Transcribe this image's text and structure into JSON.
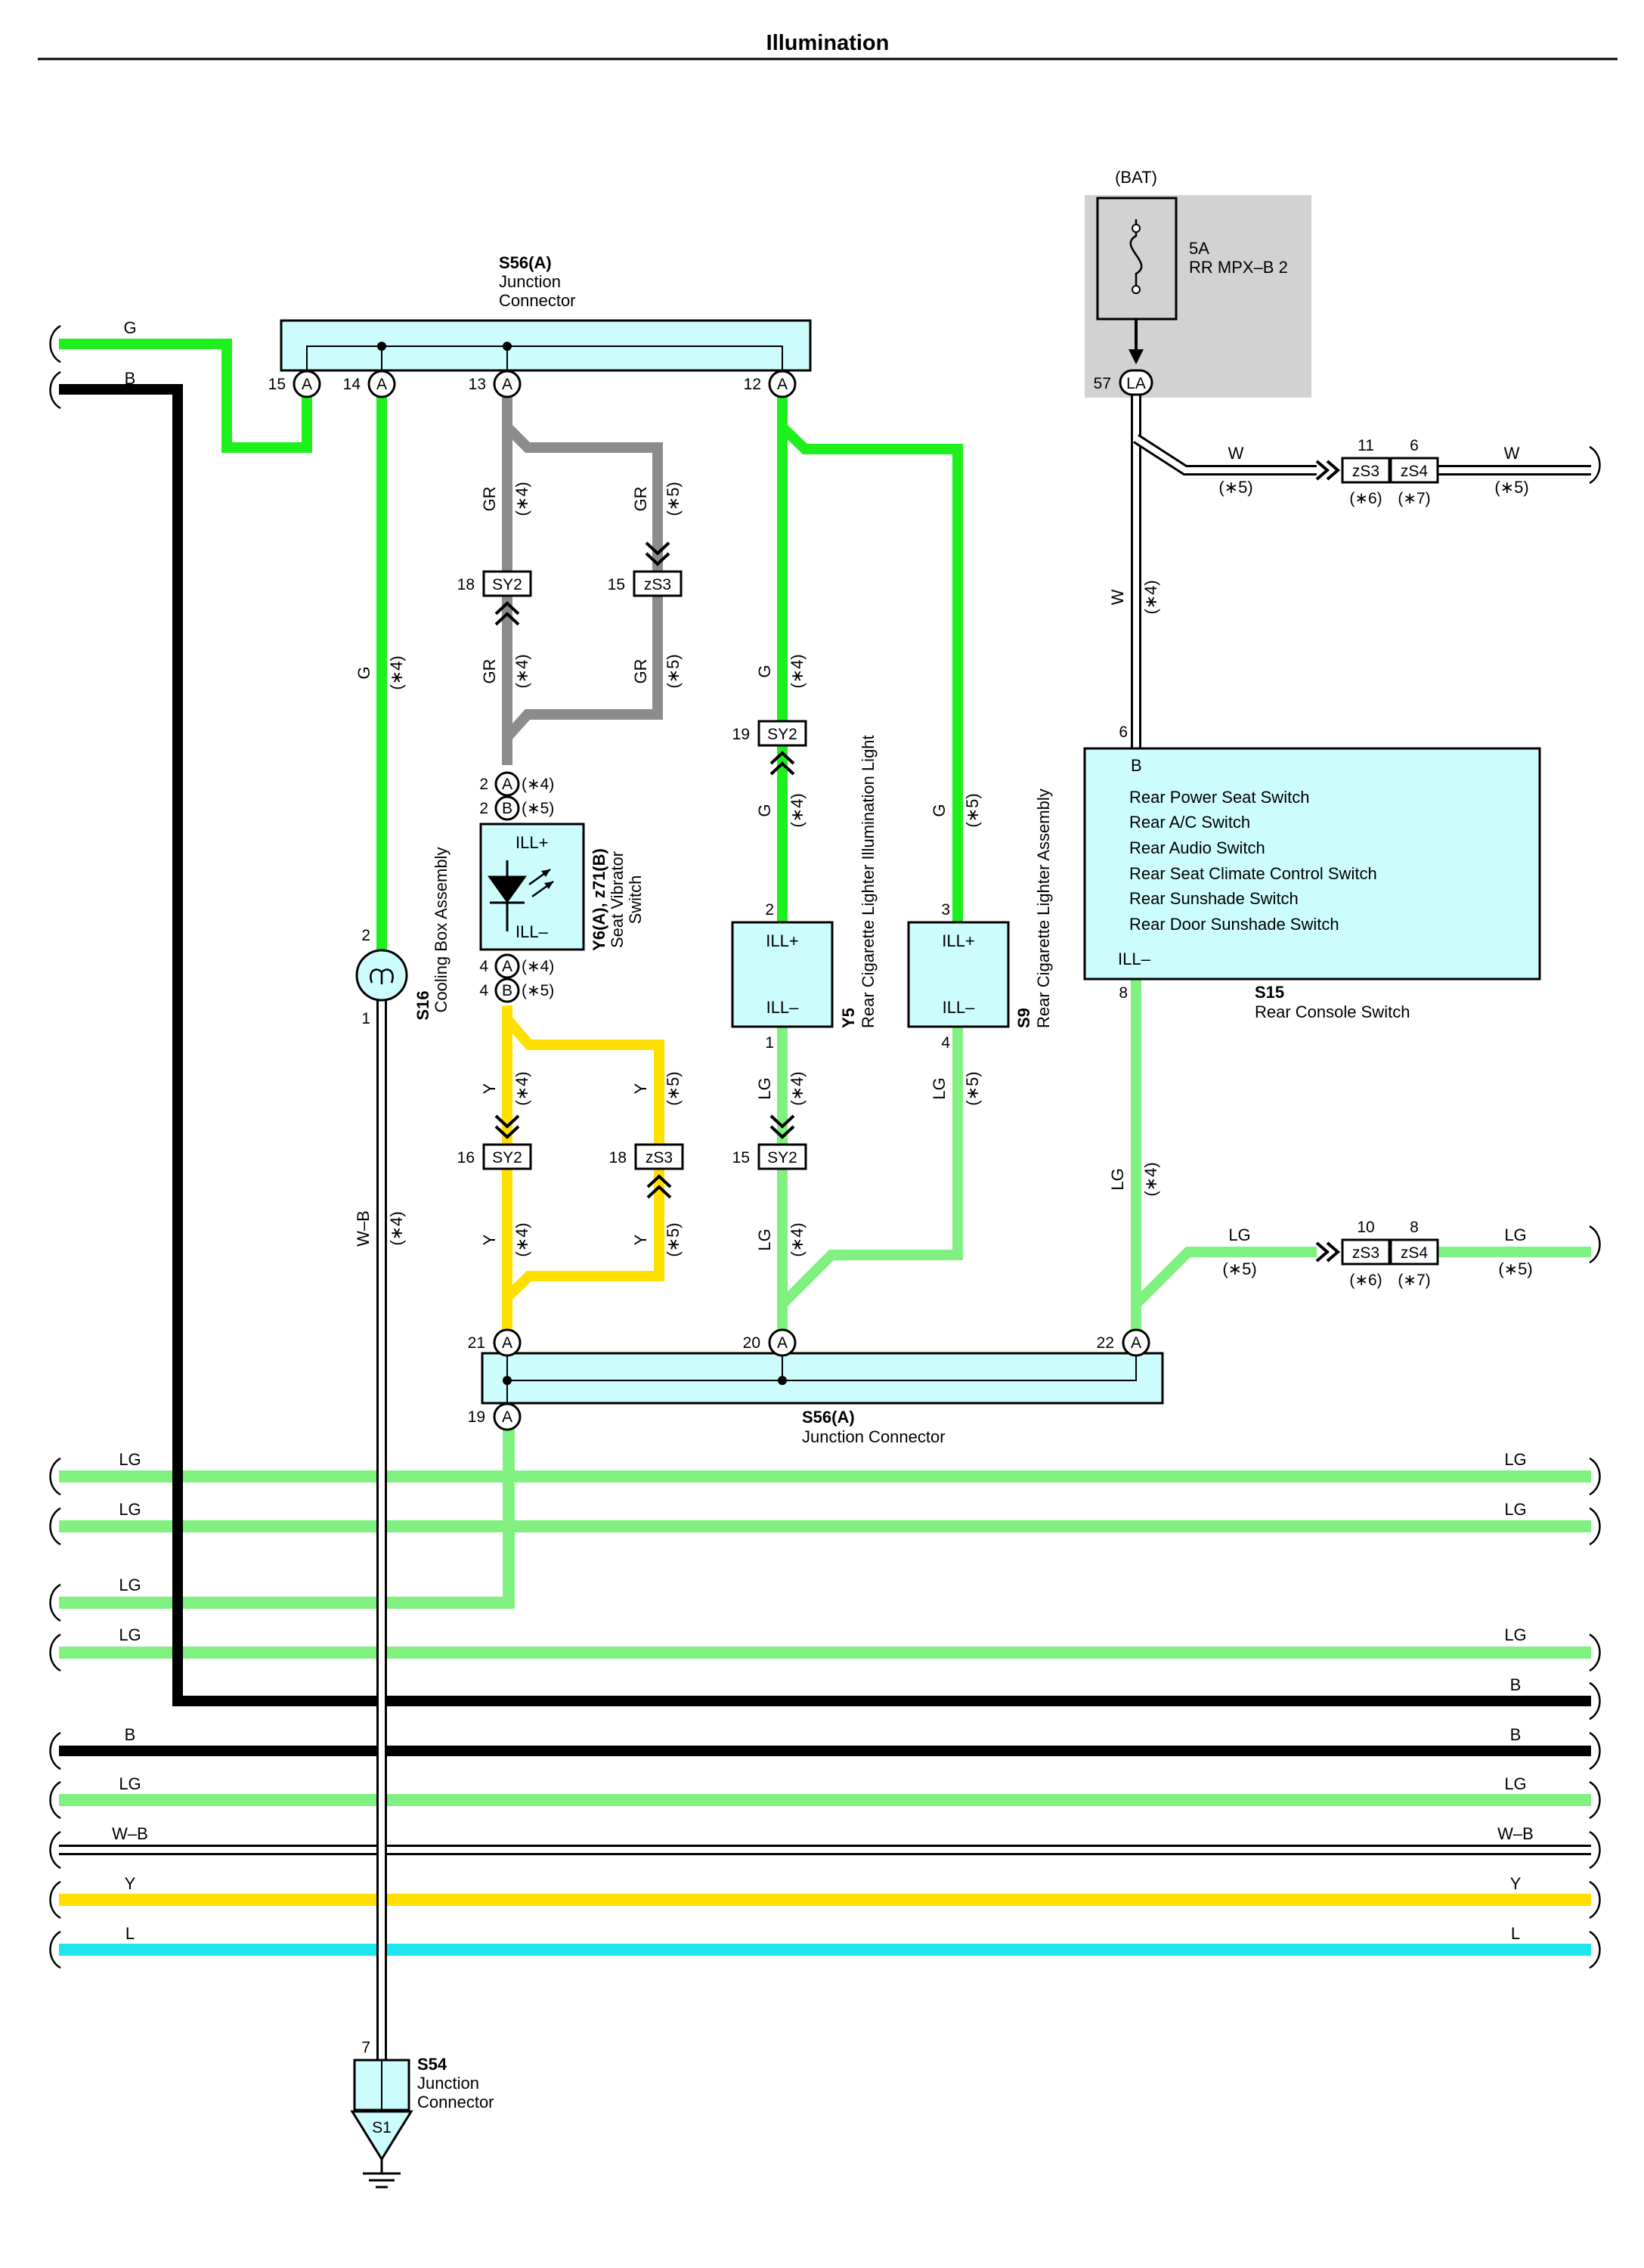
{
  "title": "Illumination",
  "colors": {
    "G": "#1ef01e",
    "LG": "#80f080",
    "GR": "#8c8c8c",
    "Y": "#ffdf00",
    "B": "#000000",
    "L": "#1ee6f0",
    "W": "#ffffff",
    "box": "#ccfcfc",
    "shade": "#d2d2d2"
  },
  "fuse": {
    "source": "(BAT)",
    "rating": "5A",
    "name": "RR MPX–B 2",
    "pin": "57",
    "pin_label": "LA"
  },
  "s56_top": {
    "code": "S56(A)",
    "line1": "Junction",
    "line2": "Connector",
    "pin_letter": "A",
    "pins": [
      "15",
      "14",
      "13",
      "12"
    ]
  },
  "s56_bottom": {
    "code": "S56(A)",
    "name": "Junction Connector",
    "pin_letter": "A",
    "pins": [
      "21",
      "20",
      "22",
      "19"
    ]
  },
  "cooling_box": {
    "code": "S16",
    "name": "Cooling Box Assembly",
    "pin_in": "2",
    "pin_out": "1"
  },
  "seat_vibrator": {
    "code": "Y6(A), z71(B)",
    "name1": "Seat Vibrator",
    "name2": "Switch",
    "ill_plus": "ILL+",
    "ill_minus": "ILL–",
    "pin_top": "2",
    "pin_bottom": "4",
    "conn_a": "A",
    "conn_b": "B",
    "note_a": "(∗4)",
    "note_b": "(∗5)"
  },
  "y5": {
    "code": "Y5",
    "name": "Rear Cigarette Lighter Illumination Light",
    "ill_plus": "ILL+",
    "ill_minus": "ILL–",
    "pin_top": "2",
    "pin_bottom": "1"
  },
  "s9": {
    "code": "S9",
    "name": "Rear Cigarette Lighter Assembly",
    "ill_plus": "ILL+",
    "ill_minus": "ILL–",
    "pin_top": "3",
    "pin_bottom": "4"
  },
  "s15": {
    "code": "S15",
    "name": "Rear Console Switch",
    "pin_b_label": "B",
    "pin_b": "6",
    "pin_ill": "8",
    "ill_minus": "ILL–",
    "items": [
      "Rear Power Seat Switch",
      "Rear A/C Switch",
      "Rear Audio Switch",
      "Rear Seat Climate Control Switch",
      "Rear Sunshade Switch",
      "Rear Door Sunshade Switch"
    ]
  },
  "s54": {
    "code": "S54",
    "line1": "Junction",
    "line2": "Connector",
    "pin": "7"
  },
  "ground": {
    "label": "S1"
  },
  "connectors": {
    "sy2_gr": {
      "label": "SY2",
      "pin": "18"
    },
    "zs3_gr": {
      "label": "zS3",
      "pin": "15"
    },
    "sy2_g": {
      "label": "SY2",
      "pin": "19"
    },
    "sy2_y": {
      "label": "SY2",
      "pin": "16"
    },
    "zs3_y": {
      "label": "zS3",
      "pin": "18"
    },
    "sy2_lg": {
      "label": "SY2",
      "pin": "15"
    },
    "w_pair": {
      "left": "zS3",
      "right": "zS4",
      "left_pin": "11",
      "right_pin": "6",
      "left_note": "(∗6)",
      "right_note": "(∗7)"
    },
    "lg_pair": {
      "left": "zS3",
      "right": "zS4",
      "left_pin": "10",
      "right_pin": "8",
      "left_note": "(∗6)",
      "right_note": "(∗7)"
    }
  },
  "notes": {
    "n4": "(∗4)",
    "n5": "(∗5)"
  },
  "wire_labels": {
    "G": "G",
    "B": "B",
    "GR": "GR",
    "Y": "Y",
    "LG": "LG",
    "W": "W",
    "WB": "W–B",
    "L": "L"
  },
  "buses": [
    {
      "color": "LG",
      "left_label": "LG",
      "right_label": "LG"
    },
    {
      "color": "LG",
      "left_label": "LG",
      "right_label": "LG"
    },
    {
      "color": "LG",
      "left_label": "LG",
      "right_label": ""
    },
    {
      "color": "LG",
      "left_label": "LG",
      "right_label": "LG"
    },
    {
      "color": "B",
      "left_label": "",
      "right_label": "B"
    },
    {
      "color": "B",
      "left_label": "B",
      "right_label": "B"
    },
    {
      "color": "LG",
      "left_label": "LG",
      "right_label": "LG"
    },
    {
      "color": "W",
      "left_label": "W–B",
      "right_label": "W–B"
    },
    {
      "color": "Y",
      "left_label": "Y",
      "right_label": "Y"
    },
    {
      "color": "L",
      "left_label": "L",
      "right_label": "L"
    }
  ]
}
